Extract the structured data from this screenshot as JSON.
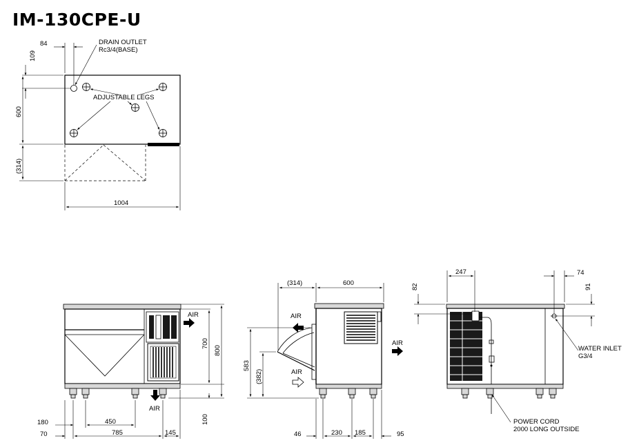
{
  "title": "IM-130CPE-U",
  "labels": {
    "drain_outlet_1": "DRAIN OUTLET",
    "drain_outlet_2": "Rc3/4(BASE)",
    "adjustable_legs": "ADJUSTABLE LEGS",
    "air": "AIR",
    "water_inlet_1": "WATER INLET",
    "water_inlet_2": "G3/4",
    "power_cord_1": "POWER CORD",
    "power_cord_2": "2000 LONG OUTSIDE"
  },
  "dims": {
    "top_84": "84",
    "top_109": "109",
    "top_600": "600",
    "top_314": "(314)",
    "top_1004": "1004",
    "front_700": "700",
    "front_800": "800",
    "front_100": "100",
    "front_180": "180",
    "front_450": "450",
    "front_70": "70",
    "front_785": "785",
    "front_145": "145",
    "side_314": "(314)",
    "side_600": "600",
    "side_583": "583",
    "side_382": "(382)",
    "side_46": "46",
    "side_230": "230",
    "side_185": "185",
    "side_95": "95",
    "rear_247": "247",
    "rear_74": "74",
    "rear_82": "82",
    "rear_91": "91"
  }
}
